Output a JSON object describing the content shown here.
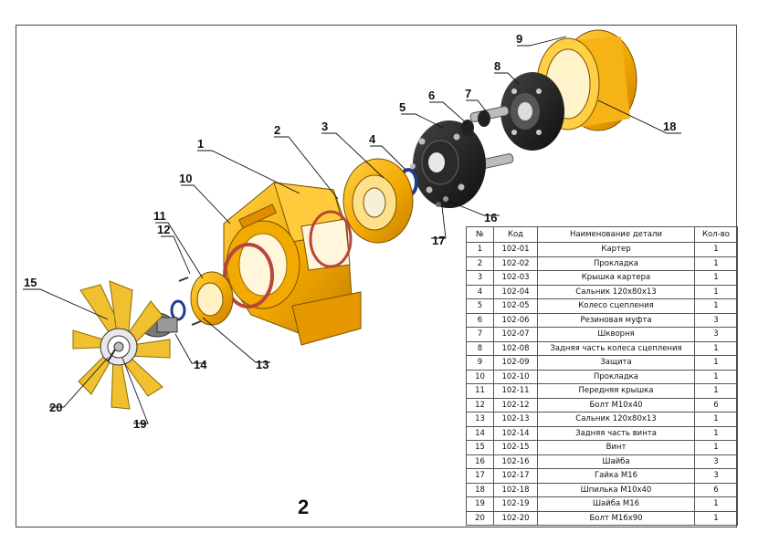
{
  "sheet_number": "2",
  "callouts": [
    "1",
    "2",
    "3",
    "4",
    "5",
    "6",
    "7",
    "8",
    "9",
    "10",
    "11",
    "12",
    "13",
    "14",
    "15",
    "16",
    "17",
    "18",
    "19",
    "20"
  ],
  "bom": {
    "headers": [
      "№",
      "Код",
      "Наименование детали",
      "Кол-во"
    ],
    "rows": [
      [
        "1",
        "102-01",
        "Картер",
        "1"
      ],
      [
        "2",
        "102-02",
        "Прокладка",
        "1"
      ],
      [
        "3",
        "102-03",
        "Крышка картера",
        "1"
      ],
      [
        "4",
        "102-04",
        "Сальник 120x80x13",
        "1"
      ],
      [
        "5",
        "102-05",
        "Колесо сцепления",
        "1"
      ],
      [
        "6",
        "102-06",
        "Резиновая муфта",
        "3"
      ],
      [
        "7",
        "102-07",
        "Шкворня",
        "3"
      ],
      [
        "8",
        "102-08",
        "Задняя часть колеса сцепления",
        "1"
      ],
      [
        "9",
        "102-09",
        "Защита",
        "1"
      ],
      [
        "10",
        "102-10",
        "Прокладка",
        "1"
      ],
      [
        "11",
        "102-11",
        "Передняя крышка",
        "1"
      ],
      [
        "12",
        "102-12",
        "Болт M10x40",
        "6"
      ],
      [
        "13",
        "102-13",
        "Сальник 120x80x13",
        "1"
      ],
      [
        "14",
        "102-14",
        "Задняя часть винта",
        "1"
      ],
      [
        "15",
        "102-15",
        "Винт",
        "1"
      ],
      [
        "16",
        "102-16",
        "Шайба",
        "3"
      ],
      [
        "17",
        "102-17",
        "Гайка M16",
        "3"
      ],
      [
        "18",
        "102-18",
        "Шпилька M10x40",
        "6"
      ],
      [
        "19",
        "102-19",
        "Шайба M16",
        "1"
      ],
      [
        "20",
        "102-20",
        "Болт M16x90",
        "1"
      ]
    ]
  },
  "colors": {
    "part_yellow": "#f2a900",
    "part_yellow_light": "#ffc934",
    "part_dark": "#1c1c1c",
    "gasket_red": "#b8463a",
    "seal_blue": "#1f3d8a",
    "frame_line": "#444444"
  }
}
